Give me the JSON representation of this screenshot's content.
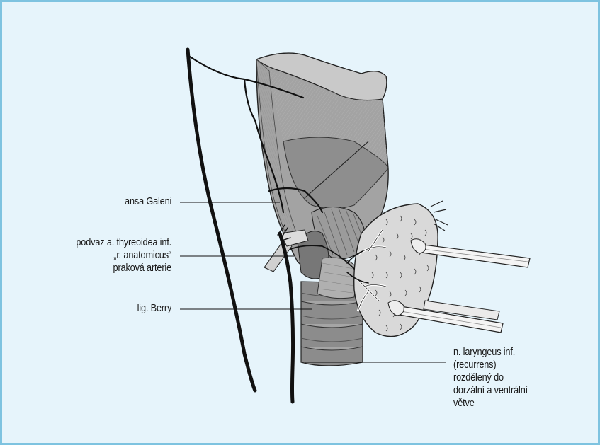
{
  "labels": {
    "ansa_galeni": "ansa Galeni",
    "podvaz_line1": "podvaz a. thyreoidea inf.",
    "podvaz_line2": "„r. anatomicus“",
    "podvaz_line3": "praková arterie",
    "lig_berry": "lig. Berry",
    "nerve_line1": "n. laryngeus inf.",
    "nerve_line2": "(recurrens)",
    "nerve_line3": "rozdělený do",
    "nerve_line4": "dorzální a ventrální",
    "nerve_line5": "větve"
  },
  "colors": {
    "background": "#e6f4fb",
    "border": "#7ec3e0",
    "cartilage": "#9a9a9a",
    "cartilage_light": "#c4c4c4",
    "cartilage_dark": "#6e6e6e",
    "thyroid": "#d8d8d8",
    "nerve": "#111111"
  }
}
